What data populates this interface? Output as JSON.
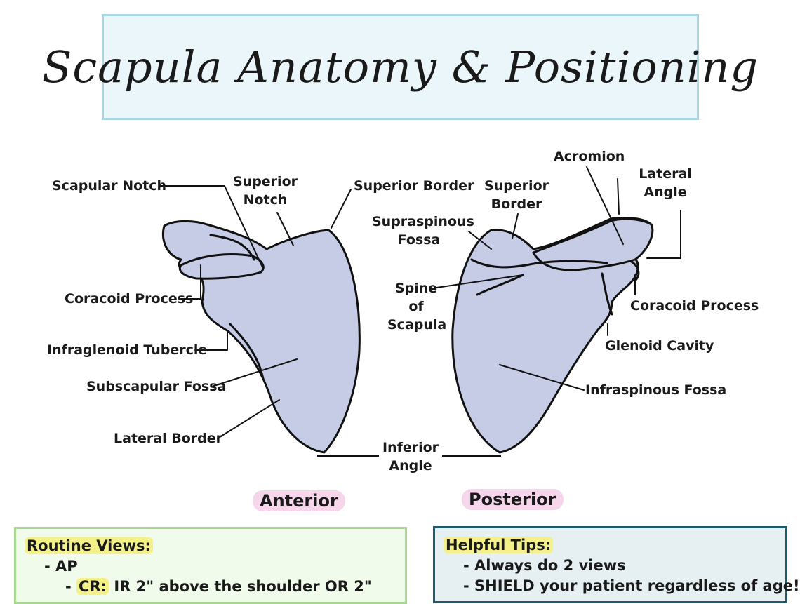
{
  "title": "Scapula Anatomy & Positioning",
  "colors": {
    "bone": "#c6cbe6",
    "title_bg": "#eaf6fa",
    "title_border": "#a8d6e2",
    "tag_bg": "#f6d6ea",
    "highlight": "#f4f08a"
  },
  "anterior": {
    "tag": "Anterior",
    "labels": {
      "scapular_notch": "Scapular Notch",
      "superior_notch": "Superior\nNotch",
      "coracoid_process": "Coracoid Process",
      "infraglenoid_tubercle": "Infraglenoid Tubercle",
      "subscapular_fossa": "Subscapular Fossa",
      "lateral_border": "Lateral Border",
      "superior_border": "Superior Border"
    }
  },
  "inferior_angle": "Inferior\nAngle",
  "posterior": {
    "tag": "Posterior",
    "labels": {
      "superior_border": "Superior\nBorder",
      "supraspinous_fossa": "Supraspinous\nFossa",
      "spine_of_scapula": "Spine\nof\nScapula",
      "acromion": "Acromion",
      "lateral_angle": "Lateral\nAngle",
      "coracoid_process": "Coracoid Process",
      "glenoid_cavity": "Glenoid Cavity",
      "infraspinous_fossa": "Infraspinous Fossa"
    }
  },
  "routine_views": {
    "heading": "Routine Views:",
    "items": [
      "- AP",
      {
        "prefix": "- ",
        "highlight": "CR:",
        "text": " IR 2\" above the shoulder OR 2\""
      }
    ]
  },
  "helpful_tips": {
    "heading": "Helpful Tips:",
    "items": [
      "- Always do 2 views",
      "- SHIELD your patient regardless of age!"
    ]
  }
}
